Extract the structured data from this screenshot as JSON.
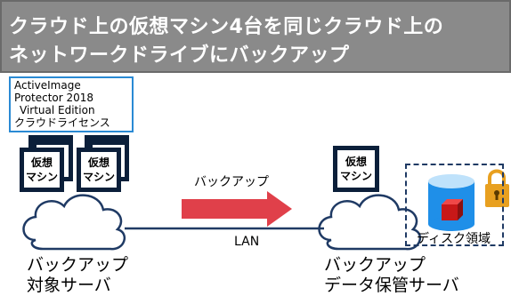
{
  "header": {
    "line1": "クラウド上の仮想マシン4台を同じクラウド上の",
    "line2": "ネットワークドライブにバックアップ"
  },
  "license": {
    "line1": "ActiveImage",
    "line2": "Protector 2018",
    "line3": "Virtual Edition",
    "line4": "クラウドライセンス"
  },
  "vm": {
    "line1": "仮想",
    "line2": "マシン"
  },
  "arrow_label": "バックアップ",
  "network_label": "LAN",
  "source_label": {
    "line1": "バックアップ",
    "line2": "対象サーバ"
  },
  "target_label": {
    "line1": "バックアップ",
    "line2": "データ保管サーバ"
  },
  "disk_label": "ディスク領域",
  "colors": {
    "header_bg": "#8a8a8a",
    "license_border": "#2a8ad4",
    "vm_border": "#0b1f3a",
    "arrow": "#e0404a",
    "disk_blue": "#1f8fe8",
    "cube_red": "#e02020",
    "lock": "#e8a020"
  }
}
